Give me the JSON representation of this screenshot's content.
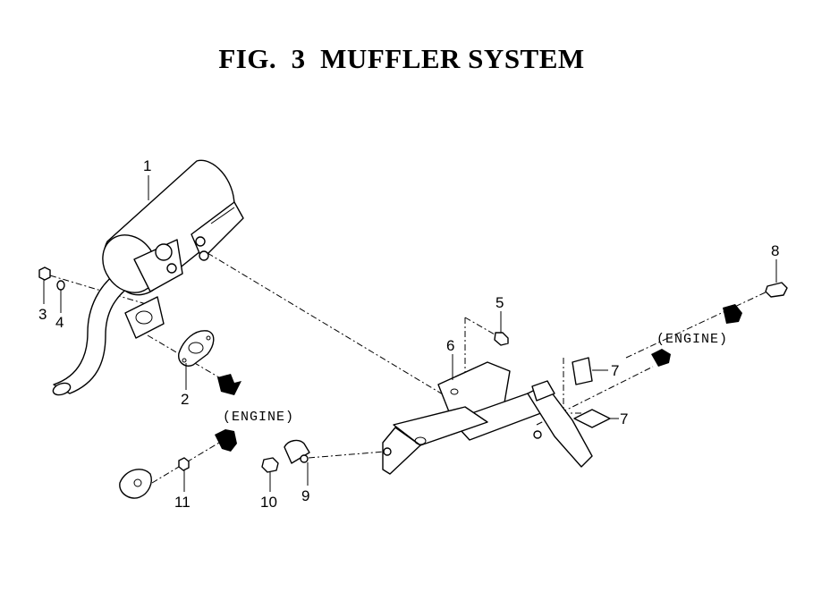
{
  "title": "FIG.  3  MUFFLER SYSTEM",
  "callouts": {
    "c1": "1",
    "c2": "2",
    "c3": "3",
    "c4": "4",
    "c5": "5",
    "c6": "6",
    "c7a": "7",
    "c7b": "7",
    "c8": "8",
    "c9": "9",
    "c10": "10",
    "c11": "11"
  },
  "engine_labels": {
    "left": "(ENGINE)",
    "right": "(ENGINE)"
  }
}
